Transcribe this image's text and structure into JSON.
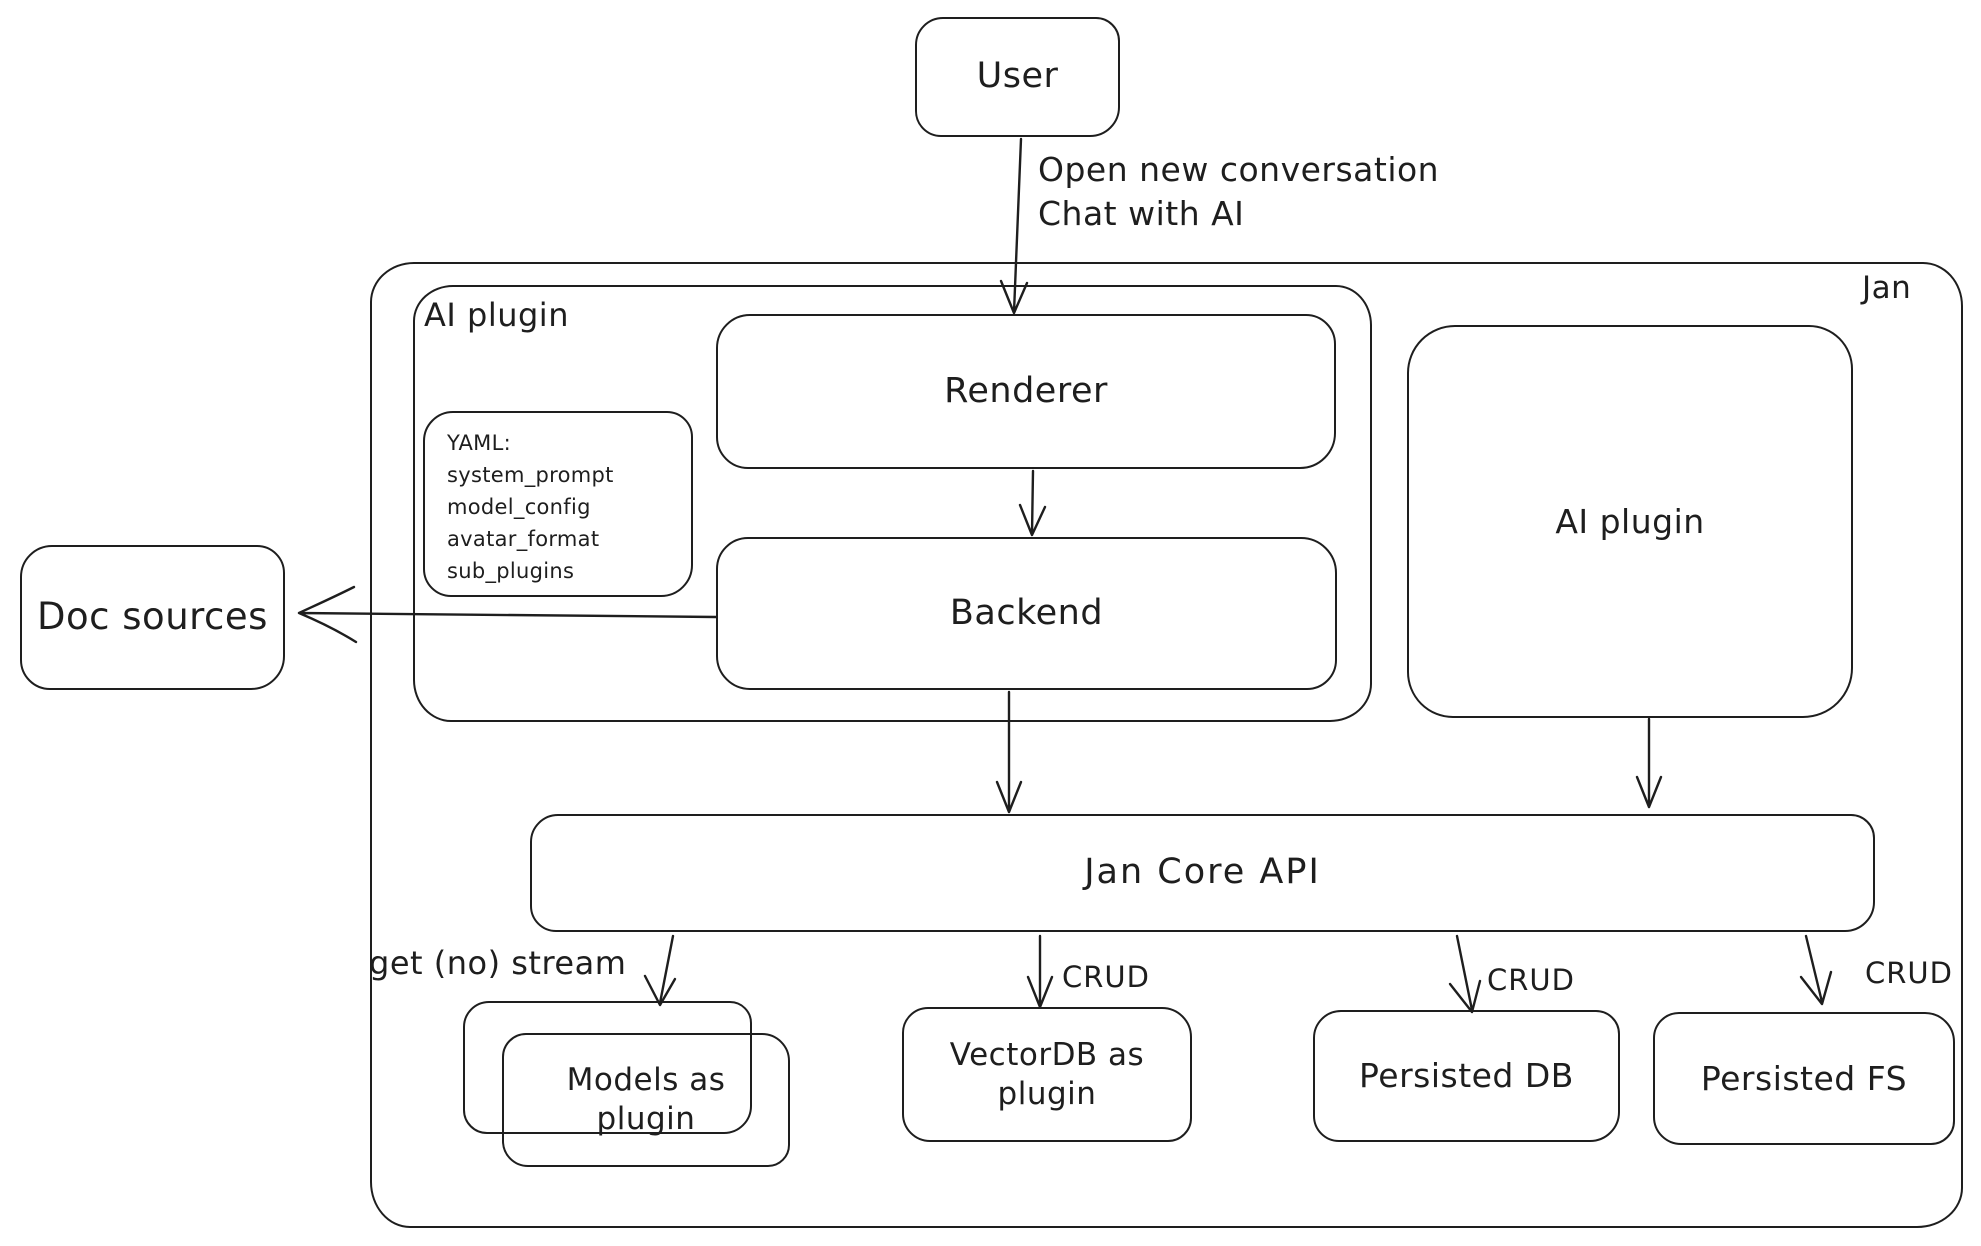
{
  "diagram": {
    "type": "architecture-sketch",
    "colors": {
      "stroke": "#1e1e1e",
      "background": "#ffffff"
    },
    "nodes": {
      "user": "User",
      "jan_container": "Jan",
      "ai_plugin_left": "AI plugin",
      "renderer": "Renderer",
      "backend": "Backend",
      "ai_plugin_right": "AI plugin",
      "doc_sources": "Doc sources",
      "jan_core_api": "Jan Core API",
      "models_as_plugin": "Models as plugin",
      "vectordb_as_plugin": "VectorDB as plugin",
      "persisted_db": "Persisted DB",
      "persisted_fs": "Persisted FS"
    },
    "yaml_note": {
      "lines": [
        "YAML:",
        "system_prompt",
        "model_config",
        "avatar_format",
        "sub_plugins"
      ]
    },
    "edge_labels": {
      "user_to_renderer_line1": "Open new conversation",
      "user_to_renderer_line2": "Chat with AI",
      "get_no_stream": "get (no) stream",
      "crud_vectordb": "CRUD",
      "crud_persisted_db": "CRUD",
      "crud_persisted_fs": "CRUD"
    }
  }
}
